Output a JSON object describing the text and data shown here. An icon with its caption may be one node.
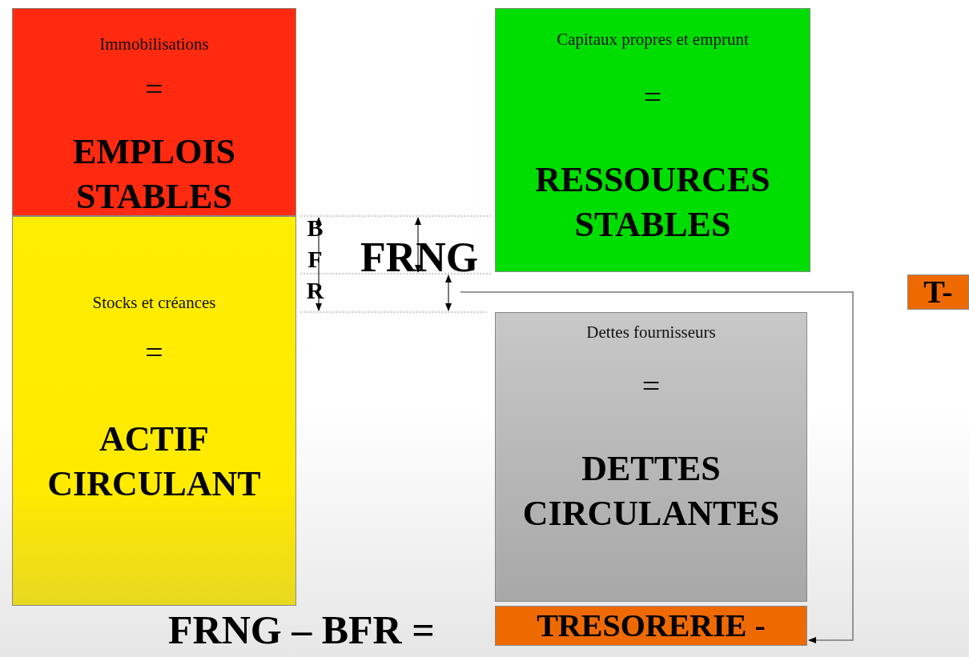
{
  "diagram": {
    "nodes": [
      {
        "text": [
          "Immobilisations",
          "=",
          "EMPLOIS STABLES"
        ]
      },
      {
        "text": [
          "Stocks et créances",
          "=",
          "ACTIF CIRCULANT"
        ]
      },
      {
        "text": [
          "Capitaux propres et emprunt",
          "=",
          "RESSOURCES STABLES"
        ]
      },
      {
        "text": [
          "Dettes fournisseurs",
          "=",
          "DETTES CIRCULANTES"
        ]
      },
      {
        "text": [
          "TRESORERIE -"
        ]
      },
      {
        "text": [
          "T-"
        ]
      }
    ],
    "edges": [
      {
        "from": null,
        "to": 4,
        "arrow": "to"
      }
    ],
    "labels": [
      "BFR",
      "FRNG",
      "FRNG – BFR ="
    ]
  }
}
